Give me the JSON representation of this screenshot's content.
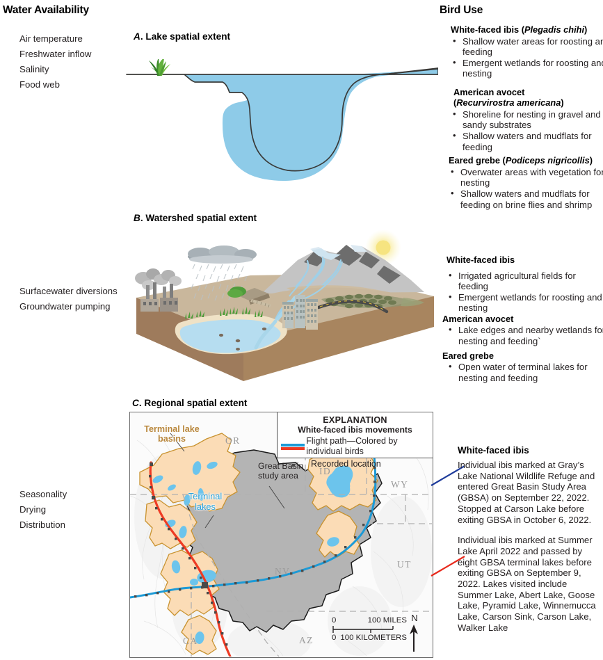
{
  "headers": {
    "left": "Water Availability",
    "right": "Bird Use"
  },
  "drivers": {
    "group_a": [
      "Air temperature",
      "Freshwater inflow",
      "Salinity",
      "Food web"
    ],
    "group_b": [
      "Surfacewater diversions",
      "Groundwater pumping"
    ],
    "group_c": [
      "Seasonality",
      "Drying",
      "Distribution"
    ]
  },
  "panels": {
    "a": {
      "letter": "A",
      "title": "Lake spatial extent"
    },
    "b": {
      "letter": "B",
      "title": "Watershed spatial extent"
    },
    "c": {
      "letter": "C",
      "title": "Regional spatial extent"
    }
  },
  "bird_use_a": [
    {
      "species": "White-faced ibis",
      "latin": "Plegadis chihi",
      "bullets": [
        "Shallow water areas for roosting and feeding",
        "Emergent wetlands for roosting and nesting"
      ]
    },
    {
      "species": "American avocet",
      "latin": "Recurvirostra americana",
      "latin_on_newline": true,
      "bullets": [
        "Shoreline for nesting in gravel and sandy substrates",
        "Shallow waters and mudflats for feeding"
      ]
    },
    {
      "species": "Eared grebe",
      "latin": "Podiceps nigricollis",
      "bullets": [
        "Overwater areas with vegetation for nesting",
        "Shallow waters and mudflats for feeding on brine flies and shrimp"
      ]
    }
  ],
  "bird_use_b": [
    {
      "species": "White-faced ibis",
      "bullets": [
        "Irrigated agricultural fields for feeding",
        "Emergent wetlands for roosting and nesting"
      ]
    },
    {
      "species": "American avocet",
      "bullets": [
        "Lake edges and nearby wetlands for nesting and feeding`"
      ]
    },
    {
      "species": "Eared grebe",
      "bullets": [
        "Open water of terminal lakes for nesting and feeding"
      ]
    }
  ],
  "callouts": {
    "heading": "White-faced ibis",
    "blue": {
      "color": "#1f3c9b",
      "text": "Individual ibis marked at Gray’s Lake National Wildlife Refuge and entered Great Basin Study Area (GBSA) on September 22, 2022. Stopped at Carson Lake before exiting GBSA in October 6, 2022."
    },
    "red": {
      "color": "#e8291c",
      "text": "Individual ibis marked at Summer Lake April 2022 and passed by eight GBSA terminal lakes before exiting GBSA on September 9, 2022.  Lakes visited include Summer Lake, Abert Lake, Goose Lake, Pyramid Lake, Winnemucca Lake, Carson Sink, Carson Lake, Walker Lake"
    }
  },
  "map": {
    "legend": {
      "title": "EXPLANATION",
      "subtitle": "White-faced ibis movements",
      "rows": [
        {
          "icon": "flight-path-swatch",
          "label": "Flight path—Colored by individual birds"
        },
        {
          "icon": "recorded-location-dot",
          "label": "Recorded location"
        }
      ]
    },
    "labels": {
      "terminal_basins": "Terminal lake\nbasins",
      "terminal_lakes": "Terminal\nlakes",
      "study_area": "Great Basin\nstudy area"
    },
    "states": [
      "OR",
      "ID",
      "WY",
      "NV",
      "UT",
      "CA",
      "AZ"
    ],
    "scalebar": {
      "miles_zero": "0",
      "miles_label": "100 MILES",
      "km_zero": "0",
      "km_label": "100 KILOMETERS"
    },
    "north_arrow": "N"
  },
  "colors": {
    "water": "#8ecbe8",
    "lake_fill": "#7fc6e8",
    "basin_fill": "#fbdcb6",
    "basin_outline": "#c8922f",
    "study_area_fill": "#b4b4b4",
    "flight_blue": "#1c9ad6",
    "flight_red": "#ee3b24",
    "leader_blue": "#1f3c9b",
    "leader_red": "#e8291c",
    "terrain": "#f2f2f2",
    "soil": "#a8805f",
    "ground": "#c3b49b",
    "mountain": "#c9c9c9",
    "mountain_dark": "#6e6e6e",
    "sun": "#f5e27a",
    "cloud": "#9aa3a8",
    "veg_green": "#4c9c3a"
  }
}
